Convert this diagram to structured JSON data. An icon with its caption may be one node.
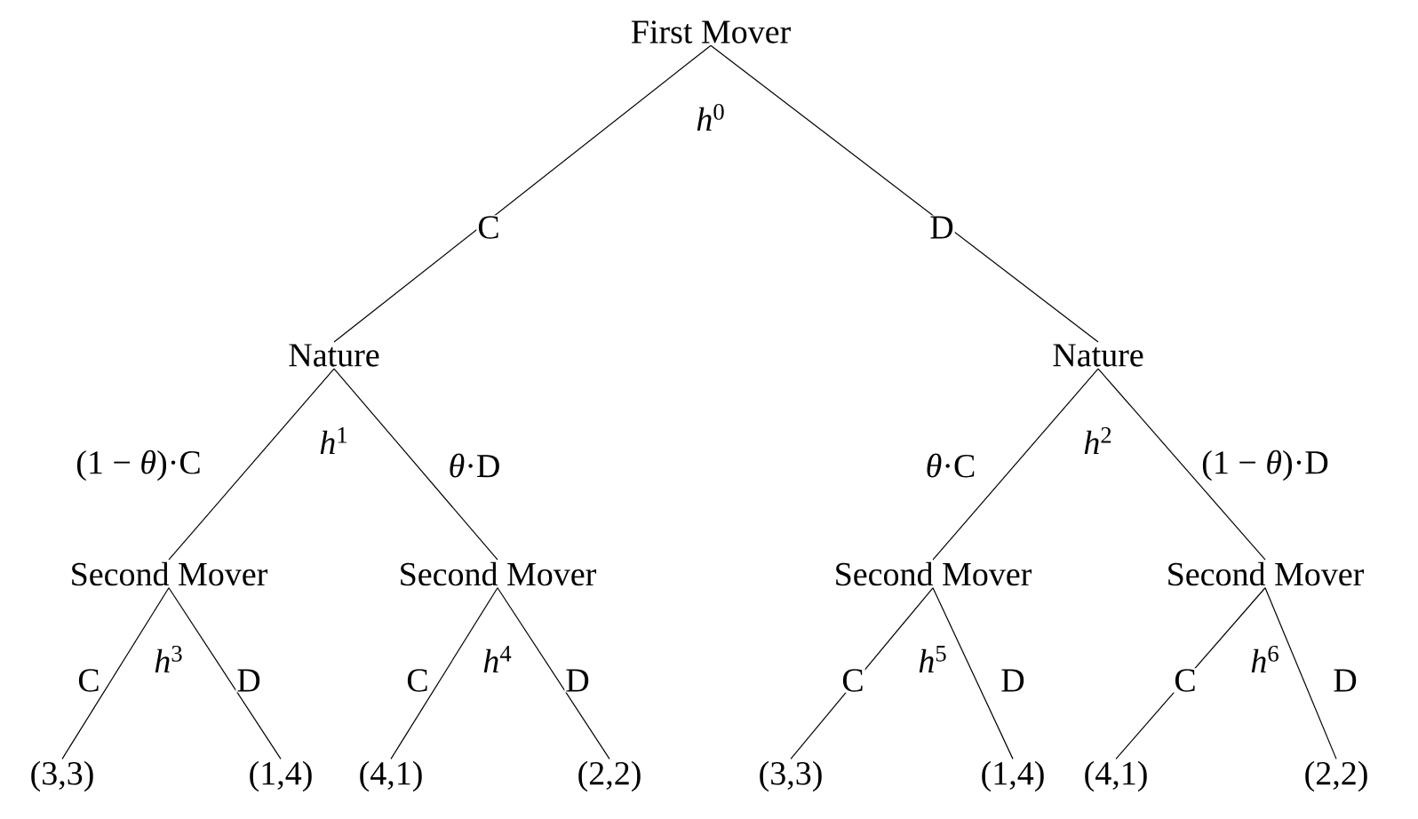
{
  "diagram": {
    "nodes": [
      {
        "text": [
          "First Mover"
        ],
        "beside": [
          "*h*$^{0}$"
        ]
      },
      {
        "text": [
          "Nature"
        ],
        "beside": [
          "*h*$^{1}$"
        ]
      },
      {
        "text": [
          "Nature"
        ],
        "beside": [
          "*h*$^{2}$"
        ]
      },
      {
        "text": [
          "Second Mover"
        ],
        "beside": [
          "*h*$^{3}$"
        ]
      },
      {
        "text": [
          "Second Mover"
        ],
        "beside": [
          "*h*$^{4}$"
        ]
      },
      {
        "text": [
          "Second Mover"
        ],
        "beside": [
          "*h*$^{5}$"
        ]
      },
      {
        "text": [
          "Second Mover"
        ],
        "beside": [
          "*h*$^{6}$"
        ]
      },
      {
        "text": [
          "(3,3)"
        ]
      },
      {
        "text": [
          "(1,4)"
        ]
      },
      {
        "text": [
          "(4,1)"
        ]
      },
      {
        "text": [
          "(2,2)"
        ]
      },
      {
        "text": [
          "(3,3)"
        ]
      },
      {
        "text": [
          "(1,4)"
        ]
      },
      {
        "text": [
          "(4,1)"
        ]
      },
      {
        "text": [
          "(2,2)"
        ]
      }
    ],
    "edges": [
      {
        "from": 0,
        "to": 1,
        "arrow": "none",
        "label": "C"
      },
      {
        "from": 0,
        "to": 2,
        "arrow": "none",
        "label": "D"
      },
      {
        "from": 1,
        "to": 3,
        "arrow": "none",
        "label": "(1 − *θ*)·C"
      },
      {
        "from": 1,
        "to": 4,
        "arrow": "none",
        "label": "*θ*·D"
      },
      {
        "from": 2,
        "to": 5,
        "arrow": "none",
        "label": "*θ*·C"
      },
      {
        "from": 2,
        "to": 6,
        "arrow": "none",
        "label": "(1 − *θ*)·D"
      },
      {
        "from": 3,
        "to": 7,
        "arrow": "none",
        "label": "C"
      },
      {
        "from": 3,
        "to": 8,
        "arrow": "none",
        "label": "D"
      },
      {
        "from": 4,
        "to": 9,
        "arrow": "none",
        "label": "C"
      },
      {
        "from": 4,
        "to": 10,
        "arrow": "none",
        "label": "D"
      },
      {
        "from": 5,
        "to": 11,
        "arrow": "none",
        "label": "C"
      },
      {
        "from": 5,
        "to": 12,
        "arrow": "none",
        "label": "D"
      },
      {
        "from": 6,
        "to": 13,
        "arrow": "none",
        "label": "C"
      },
      {
        "from": 6,
        "to": 14,
        "arrow": "none",
        "label": "D"
      }
    ]
  }
}
